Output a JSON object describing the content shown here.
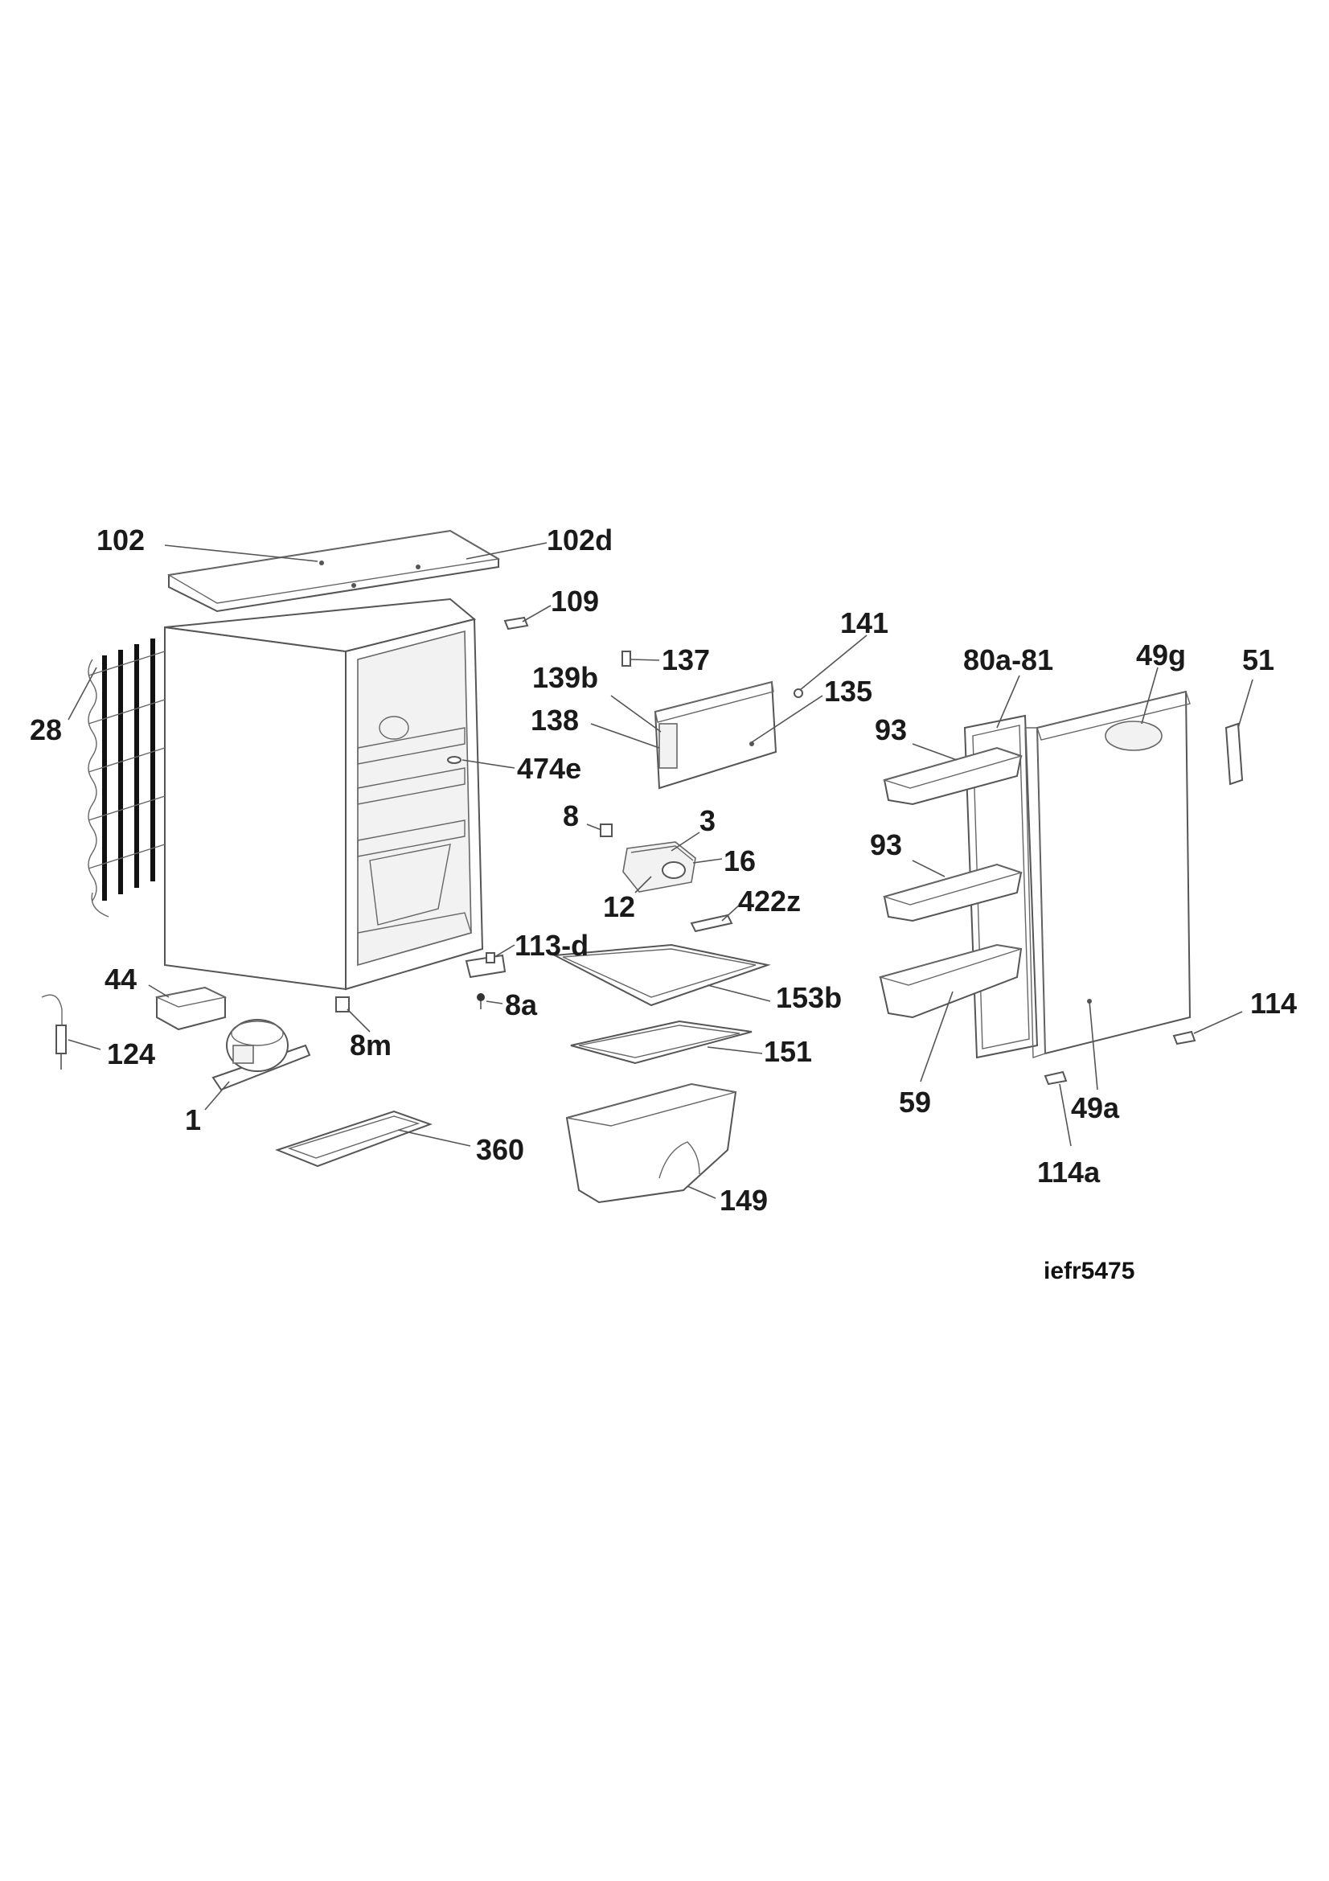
{
  "diagram": {
    "model_code": "iefr5475",
    "callouts": [
      {
        "id": "c102",
        "text": "102"
      },
      {
        "id": "c102d",
        "text": "102d"
      },
      {
        "id": "c109",
        "text": "109"
      },
      {
        "id": "c28",
        "text": "28"
      },
      {
        "id": "c474e",
        "text": "474e"
      },
      {
        "id": "c137",
        "text": "137"
      },
      {
        "id": "c139b",
        "text": "139b"
      },
      {
        "id": "c138",
        "text": "138"
      },
      {
        "id": "c141",
        "text": "141"
      },
      {
        "id": "c135",
        "text": "135"
      },
      {
        "id": "c8",
        "text": "8"
      },
      {
        "id": "c3",
        "text": "3"
      },
      {
        "id": "c16",
        "text": "16"
      },
      {
        "id": "c12",
        "text": "12"
      },
      {
        "id": "c422z",
        "text": "422z"
      },
      {
        "id": "c113d",
        "text": "113-d"
      },
      {
        "id": "c8a",
        "text": "8a"
      },
      {
        "id": "c44",
        "text": "44"
      },
      {
        "id": "c8m",
        "text": "8m"
      },
      {
        "id": "c124",
        "text": "124"
      },
      {
        "id": "c1",
        "text": "1"
      },
      {
        "id": "c360",
        "text": "360"
      },
      {
        "id": "c153b",
        "text": "153b"
      },
      {
        "id": "c151",
        "text": "151"
      },
      {
        "id": "c149",
        "text": "149"
      },
      {
        "id": "c80a81",
        "text": "80a-81"
      },
      {
        "id": "c49g",
        "text": "49g"
      },
      {
        "id": "c51",
        "text": "51"
      },
      {
        "id": "c93a",
        "text": "93"
      },
      {
        "id": "c93b",
        "text": "93"
      },
      {
        "id": "c59",
        "text": "59"
      },
      {
        "id": "c49a",
        "text": "49a"
      },
      {
        "id": "c114",
        "text": "114"
      },
      {
        "id": "c114a",
        "text": "114a"
      }
    ]
  }
}
